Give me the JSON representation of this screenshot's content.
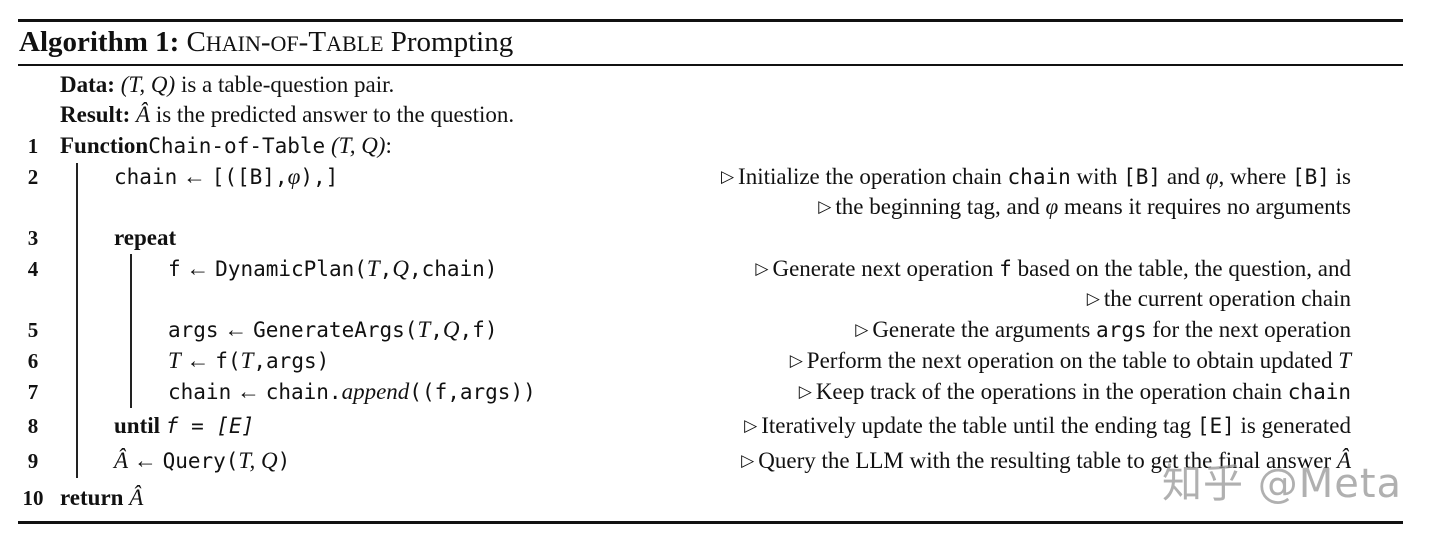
{
  "algorithm": {
    "label": "Algorithm 1:",
    "name_sc_parts": [
      {
        "big": "C",
        "small": "HAIN"
      },
      {
        "sep": "-"
      },
      {
        "small": "OF"
      },
      {
        "sep": "-"
      },
      {
        "big": "T",
        "small": "ABLE"
      }
    ],
    "name_suffix": "Prompting",
    "data_label": "Data:",
    "data_math": "(T, Q)",
    "data_text": "is a table-question pair.",
    "result_label": "Result:",
    "result_math": "Â",
    "result_text": "is the predicted answer to the question."
  },
  "lines": [
    {
      "no": "1",
      "keyword": "Function",
      "code": "Chain-of-Table",
      "args": "(T, Q)",
      "tail": ":"
    },
    {
      "no": "2",
      "code_lhs": "chain",
      "arrow": "←",
      "code_rhs_a": "[([B],",
      "math": "φ",
      "code_rhs_b": "),]"
    },
    {
      "no": "3",
      "keyword": "repeat"
    },
    {
      "no": "4",
      "code_lhs": "f",
      "arrow": "←",
      "call": "DynamicPlan(",
      "m1": "T",
      "c1": ",",
      "m2": "Q",
      "c2": ",chain)"
    },
    {
      "no": "5",
      "code_lhs": "args",
      "arrow": "←",
      "call": "GenerateArgs(",
      "m1": "T",
      "c1": ",",
      "m2": "Q",
      "c2": ",f)"
    },
    {
      "no": "6",
      "math_lhs": "T",
      "arrow": "←",
      "call": "f(",
      "m1": "T",
      "c1": ",args)"
    },
    {
      "no": "7",
      "code_lhs": "chain",
      "arrow": "←",
      "call": "chain.",
      "italic": "append",
      "c1": "((f,args))"
    },
    {
      "no": "8",
      "keyword": "until",
      "code": "f = [E]"
    },
    {
      "no": "9",
      "math_lhs": "Â",
      "arrow": "←",
      "call": "Query(",
      "args": "T, Q",
      "c1": ")"
    },
    {
      "no": "10",
      "keyword": "return",
      "math": "Â"
    }
  ],
  "comments": {
    "c2a_pre": "Initialize the operation chain ",
    "c2a_code": "chain",
    "c2a_mid": " with ",
    "c2a_code2": "[B]",
    "c2a_mid2": " and ",
    "c2a_math": "φ",
    "c2a_mid3": ", where ",
    "c2a_code3": "[B]",
    "c2a_post": " is",
    "c2b_pre": "the beginning tag, and ",
    "c2b_math": "φ",
    "c2b_post": " means it requires no arguments",
    "c4a_pre": "Generate next operation ",
    "c4a_code": "f",
    "c4a_post": " based on the table, the question, and",
    "c4b": "the current operation chain",
    "c5_pre": "Generate the arguments ",
    "c5_code": "args",
    "c5_post": " for the next operation",
    "c6_pre": "Perform the next operation on the table to obtain updated ",
    "c6_math": "T",
    "c7_pre": "Keep track of the operations in the operation chain ",
    "c7_code": "chain",
    "c8_pre": "Iteratively update the table until the ending tag ",
    "c8_code": "[E]",
    "c8_post": " is generated",
    "c9_pre": "Query the LLM with the resulting table to get the final answer ",
    "c9_math": "Â",
    "triangle": "▷"
  },
  "watermark": "知乎 @Meta"
}
